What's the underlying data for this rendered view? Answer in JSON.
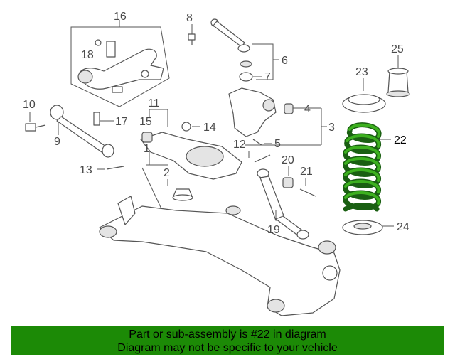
{
  "diagram": {
    "callouts": [
      "16",
      "8",
      "6",
      "7",
      "18",
      "10",
      "9",
      "17",
      "11",
      "15",
      "14",
      "4",
      "3",
      "5",
      "12",
      "13",
      "2",
      "1",
      "20",
      "21",
      "19",
      "23",
      "25",
      "22",
      "24"
    ],
    "highlighted_part": "22",
    "colors": {
      "highlight_fill": "#3db01f",
      "highlight_stroke": "#1a5f12",
      "line": "#555555",
      "banner": "#1c8a06"
    }
  },
  "banner": {
    "line1": "Part or sub-assembly is #22 in diagram",
    "line2": "Diagram may not be specific to your vehicle"
  }
}
